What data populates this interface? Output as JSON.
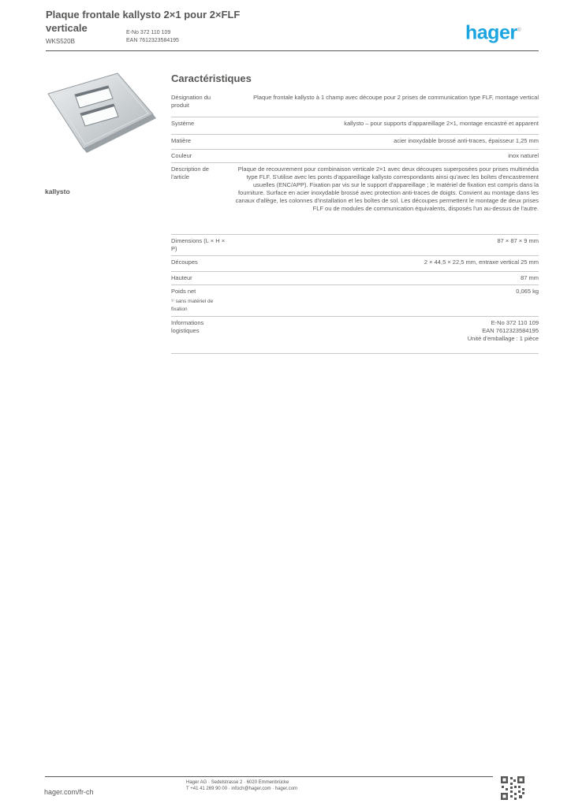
{
  "page": {
    "background_color": "#ffffff",
    "text_color": "#575756",
    "accent_blue": "#1ba5e0"
  },
  "header": {
    "title_line1": "Plaque frontale kallysto 2×1 pour 2×FLF",
    "title_line2": "verticale",
    "reference": "WKS520B",
    "meta_line1": "E-No 372 110 109",
    "meta_line2": "EAN 7612323584195",
    "logo_text": "hager",
    "logo_registered": "®"
  },
  "product": {
    "caption": "kallysto"
  },
  "characteristics": {
    "heading": "Caractéristiques",
    "rows": [
      {
        "label": "Désignation du produit",
        "value": "Plaque frontale kallysto à 1 champ avec découpe pour 2 prises de communication type FLF, montage vertical"
      },
      {
        "label": "Système",
        "value": "kallysto – pour supports d'appareillage 2×1, montage encastré et apparent"
      },
      {
        "label": "Matière",
        "value": "acier inoxydable brossé anti-traces, épaisseur 1,25 mm"
      },
      {
        "label": "Couleur",
        "value": "inox naturel"
      },
      {
        "label": "Description de l'article",
        "value": "Plaque de recouvrement pour combinaison verticale 2×1 avec deux découpes superposées pour prises multimédia type FLF. S'utilise avec les ponts d'appareillage kallysto correspondants ainsi qu'avec les boîtes d'encastrement usuelles (ENC/APP). Fixation par vis sur le support d'appareillage ; le matériel de fixation est compris dans la fourniture. Surface en acier inoxydable brossé avec protection anti-traces de doigts. Convient au montage dans les canaux d'allège, les colonnes d'installation et les boîtes de sol. Les découpes permettent le montage de deux prises FLF ou de modules de communication équivalents, disposés l'un au-dessus de l'autre."
      },
      {
        "label": "Dimensions (L × H × P)",
        "value": "87 × 87 × 9 mm"
      },
      {
        "label": "Découpes",
        "value": "2 × 44,5 × 22,5 mm, entraxe vertical 25 mm"
      },
      {
        "label": "Hauteur",
        "value": "87 mm"
      },
      {
        "label": "Poids net",
        "value": "0,065 kg",
        "note": "¹⁾ sans matériel de fixation"
      },
      {
        "label": "Informations logistiques",
        "value_lines": [
          "E-No 372 110 109",
          "EAN 7612323584195",
          "Unité d'emballage : 1 pièce"
        ]
      }
    ]
  },
  "footer": {
    "link": "hager.com/fr-ch",
    "center_line1": "Hager AG · Sedelstrasse 2 · 6020 Emmenbrücke",
    "center_line2": "T +41 41 269 90 00 · infoch@hager.com · hager.com"
  }
}
